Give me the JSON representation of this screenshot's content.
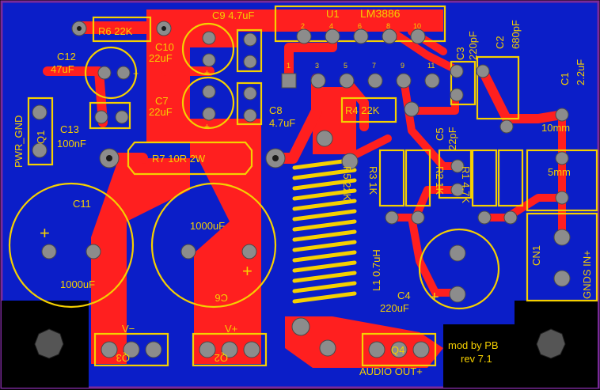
{
  "designators": {
    "u1": "U1",
    "u1_part": "LM3886",
    "u1_pins_top": [
      "2",
      "4",
      "6",
      "8",
      "10"
    ],
    "u1_pins_bottom": [
      "1",
      "3",
      "5",
      "7",
      "9",
      "11"
    ],
    "r6": "R6 22K",
    "r4": "R4 22K",
    "r7": "R7  10R  2W",
    "r5": "R5 22K",
    "r3": "R3 1K",
    "r2": "R2 1K",
    "r1": "R1 4.7K",
    "c9": "C9 4.7uF",
    "c10_name": "C10",
    "c10_value": "22uF",
    "c7_name": "C7",
    "c7_value": "22uF",
    "c8_name": "C8",
    "c8_value": "4.7uF",
    "c12_name": "C12",
    "c12_value": "47uF",
    "c13_name": "C13",
    "c13_value": "100nF",
    "c11_name": "C11",
    "c11_value": "1000uF",
    "c6_name": "C6",
    "c6_value": "1000uF",
    "c5_name": "C5",
    "c5_value": "22pF",
    "c4_name": "C4",
    "c4_value": "220uF",
    "c3_name": "C3",
    "c3_value": "220pF",
    "c2_name": "C2",
    "c2_value": "680pF",
    "c1_name": "C1",
    "c1_value": "2.2uF",
    "q1": "Q1",
    "q2": "Q2",
    "q3": "Q3",
    "q4": "Q4",
    "l1": "L1 0.7uH",
    "cn1": "CN1"
  },
  "labels": {
    "pwr_gnd": "PWR_GND",
    "v_minus": "V−",
    "v_plus": "V+",
    "audio_out": "AUDIO OUT+",
    "gnds_in": "GNDS IN+",
    "dim_10mm": "10mm",
    "dim_5mm": "5mm",
    "plus": "+",
    "credit": "mod by PB",
    "revision": "rev 7.1"
  },
  "colors": {
    "board": "#0b1ec8",
    "copper": "#ff1f1f",
    "silkscreen": "#f5d000",
    "pad": "#8c8c8c",
    "background": "#000000",
    "outline": "#7a2a9a"
  }
}
